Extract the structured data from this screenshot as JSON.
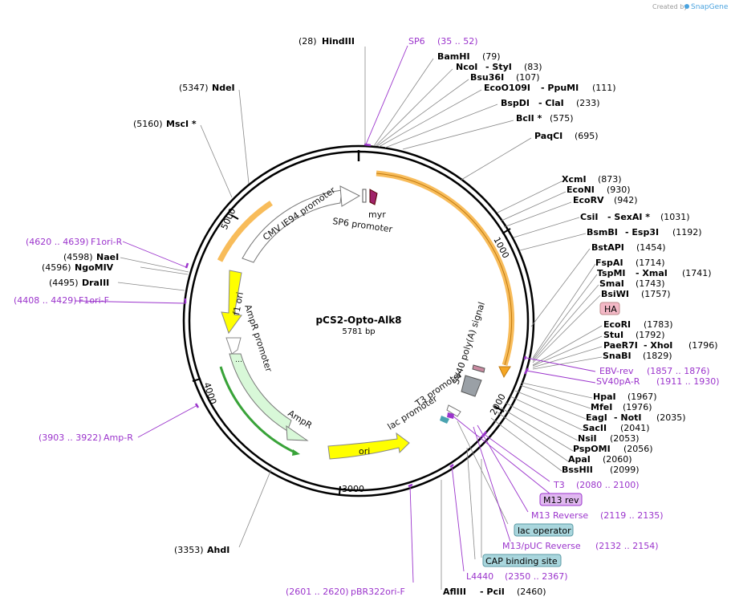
{
  "credit": {
    "created_by": "Created by",
    "brand": "SnapGene"
  },
  "plasmid": {
    "name": "pCS2-Opto-Alk8",
    "length": "5781 bp"
  },
  "ticks": [
    "1000",
    "2000",
    "3000",
    "4000",
    "5000"
  ],
  "features": {
    "cmv": "CMV IE94 promoter",
    "myr": "myr",
    "sp6_promoter": "SP6 promoter",
    "sv40": "SV40 poly(A) signal",
    "t3_promoter": "T3 promoter",
    "lac_promoter": "lac promoter",
    "ori": "ori",
    "ampr": "AmpR",
    "ampr_promoter": "AmpR promoter",
    "f1ori": "f1 ori"
  },
  "sites": {
    "hindiii": {
      "pos": "(28)",
      "name": "HindIII"
    },
    "sp6": {
      "name": "SP6",
      "range": "(35 .. 52)"
    },
    "bamhi": {
      "name": "BamHI",
      "pos": "(79)"
    },
    "ncoi": {
      "name": "NcoI",
      "sep": "- StyI",
      "pos": "(83)"
    },
    "bsu36i": {
      "name": "Bsu36I",
      "pos": "(107)"
    },
    "eco0109i": {
      "name": "EcoO109I",
      "sep": "- PpuMI",
      "pos": "(111)"
    },
    "bspdi": {
      "name": "BspDI",
      "sep": "- ClaI",
      "pos": "(233)"
    },
    "bcli": {
      "name": "BclI *",
      "pos": "(575)"
    },
    "paqci": {
      "name": "PaqCI",
      "pos": "(695)"
    },
    "xcmi": {
      "name": "XcmI",
      "pos": "(873)"
    },
    "econi": {
      "name": "EcoNI",
      "pos": "(930)"
    },
    "ecorv": {
      "name": "EcoRV",
      "pos": "(942)"
    },
    "csii": {
      "name": "CsiI",
      "sep": "- SexAI *",
      "pos": "(1031)"
    },
    "bsmbi": {
      "name": "BsmBI",
      "sep": "- Esp3I",
      "pos": "(1192)"
    },
    "bstapi": {
      "name": "BstAPI",
      "pos": "(1454)"
    },
    "fspai": {
      "name": "FspAI",
      "pos": "(1714)"
    },
    "tspmi": {
      "name": "TspMI",
      "sep": "- XmaI",
      "pos": "(1741)"
    },
    "smai": {
      "name": "SmaI",
      "pos": "(1743)"
    },
    "bsiwi": {
      "name": "BsiWI",
      "pos": "(1757)"
    },
    "ha": {
      "name": "HA"
    },
    "ecori": {
      "name": "EcoRI",
      "pos": "(1783)"
    },
    "stui": {
      "name": "StuI",
      "pos": "(1792)"
    },
    "paer7i": {
      "name": "PaeR7I",
      "sep": "- XhoI",
      "pos": "(1796)"
    },
    "snabi": {
      "name": "SnaBI",
      "pos": "(1829)"
    },
    "ebvrev": {
      "name": "EBV-rev",
      "range": "(1857 .. 1876)"
    },
    "sv40par": {
      "name": "SV40pA-R",
      "range": "(1911 .. 1930)"
    },
    "hpai": {
      "name": "HpaI",
      "pos": "(1967)"
    },
    "mfei": {
      "name": "MfeI",
      "pos": "(1976)"
    },
    "eagi": {
      "name": "EagI",
      "sep": "- NotI",
      "pos": "(2035)"
    },
    "sacii": {
      "name": "SacII",
      "pos": "(2041)"
    },
    "nsii": {
      "name": "NsiI",
      "pos": "(2053)"
    },
    "pspomi": {
      "name": "PspOMI",
      "pos": "(2056)"
    },
    "apai": {
      "name": "ApaI",
      "pos": "(2060)"
    },
    "bsshii": {
      "name": "BssHII",
      "pos": "(2099)"
    },
    "t3": {
      "name": "T3",
      "range": "(2080 .. 2100)"
    },
    "m13rev": {
      "name": "M13 rev"
    },
    "m13reverse": {
      "name": "M13 Reverse",
      "range": "(2119 .. 2135)"
    },
    "lacop": {
      "name": "lac operator"
    },
    "m13puc": {
      "name": "M13/pUC Reverse",
      "range": "(2132 .. 2154)"
    },
    "cap": {
      "name": "CAP binding site"
    },
    "l4440": {
      "name": "L4440",
      "range": "(2350 .. 2367)"
    },
    "afliii": {
      "name": "AflIII",
      "sep": "- PciI",
      "pos": "(2460)"
    },
    "pbr322": {
      "range": "(2601 .. 2620)",
      "name": "pBR322ori-F"
    },
    "ahdi": {
      "pos": "(3353)",
      "name": "AhdI"
    },
    "ampr_primer": {
      "range": "(3903 .. 3922)",
      "name": "Amp-R"
    },
    "f1orif": {
      "range": "(4408 .. 4429)",
      "name": "F1ori-F"
    },
    "drai": {
      "pos": "(4495)",
      "name": "DraIII"
    },
    "ngomiv": {
      "pos": "(4596)",
      "name": "NgoMIV"
    },
    "naei": {
      "pos": "(4598)",
      "name": "NaeI"
    },
    "f1orir": {
      "range": "(4620 .. 4639)",
      "name": "F1ori-R"
    },
    "msci": {
      "pos": "(5160)",
      "name": "MscI *"
    },
    "ndei": {
      "pos": "(5347)",
      "name": "NdeI"
    }
  },
  "colors": {
    "primer": "#9b34cc",
    "yellow": "#ffff00",
    "orange": "#f5a623",
    "green": "#39a339",
    "lightgreen": "#d8f8d8"
  }
}
